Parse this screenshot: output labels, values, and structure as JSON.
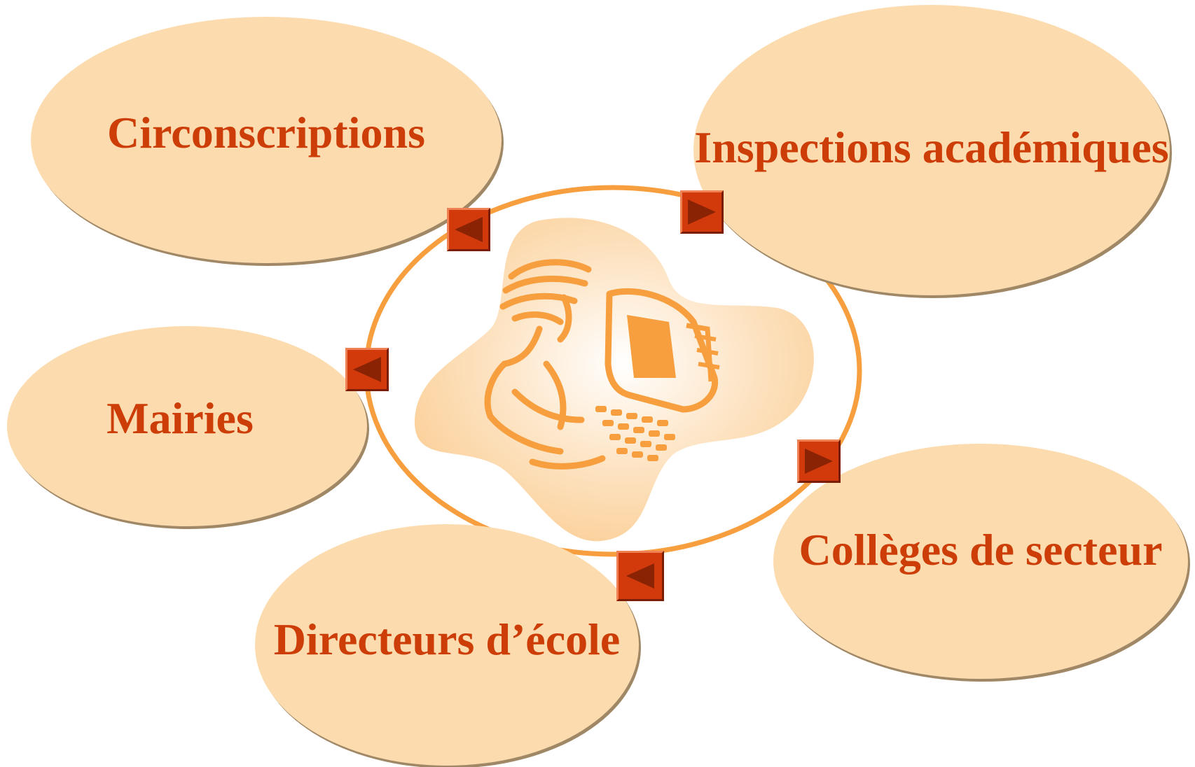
{
  "nodes": {
    "circonscriptions": "Circonscriptions",
    "inspections": "Inspections académiques",
    "mairies": "Mairies",
    "colleges": "Collèges de secteur",
    "directeurs": "Directeurs d’école"
  },
  "buttons": {
    "circonscriptions": "arrow-left-icon",
    "inspections": "arrow-right-icon",
    "mairies": "arrow-left-icon",
    "colleges": "arrow-right-icon",
    "directeurs": "arrow-left-icon"
  },
  "center_image": "person-at-computer-clipart",
  "colors": {
    "ellipse_fill": "#fcdcaf",
    "label_text": "#cc3d07",
    "ring": "#f79e3e",
    "button": "#d23a0c"
  }
}
